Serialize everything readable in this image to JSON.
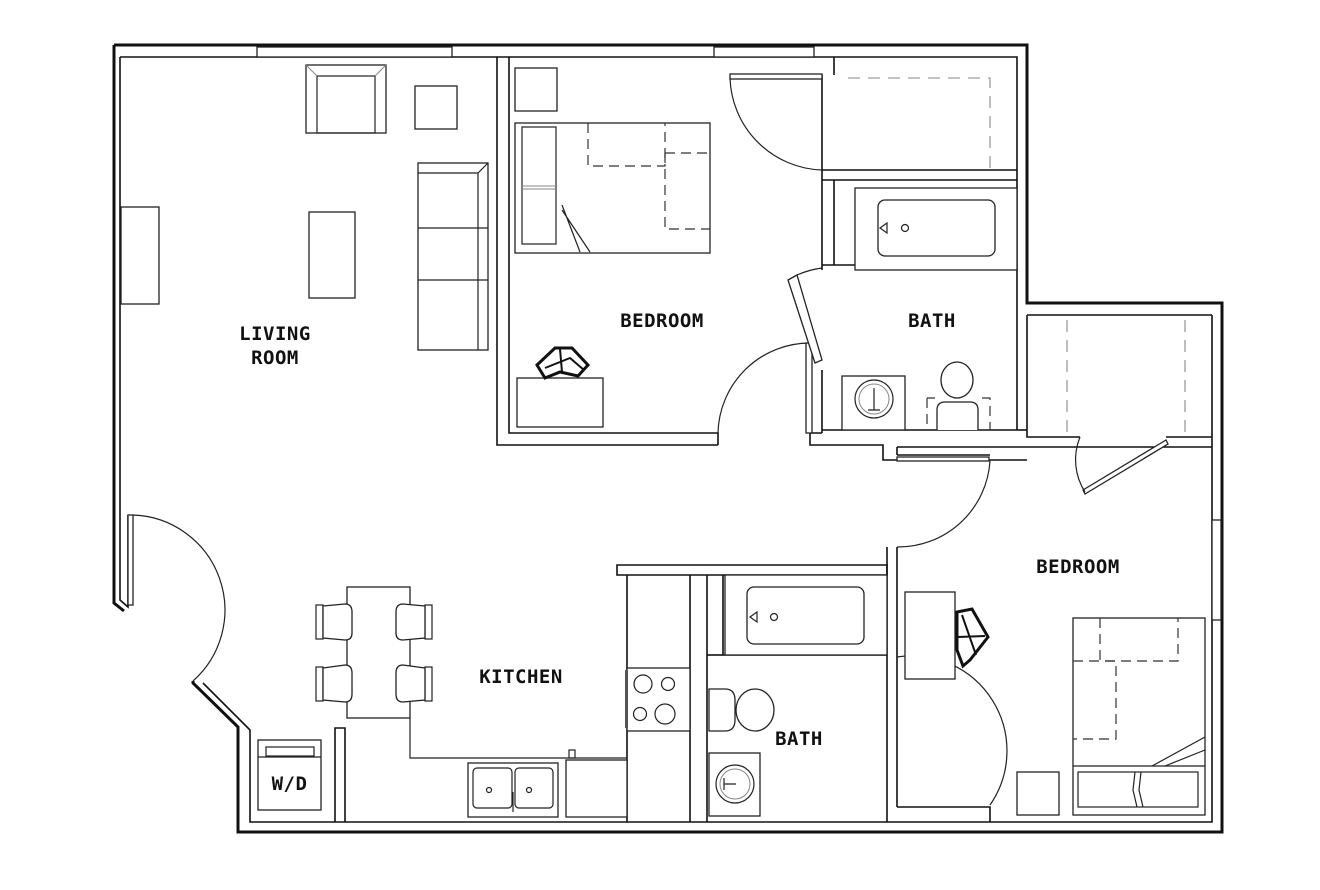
{
  "plan": {
    "type": "apartment floor plan",
    "layout": "2 bedroom / 2 bath",
    "colors": {
      "line": "#111111",
      "background": "#ffffff",
      "text": "#111111"
    }
  },
  "rooms": {
    "living_room": {
      "label": "LIVING\nROOM"
    },
    "bedroom_1": {
      "label": "BEDROOM"
    },
    "bath_1": {
      "label": "BATH"
    },
    "bedroom_2": {
      "label": "BEDROOM"
    },
    "kitchen": {
      "label": "KITCHEN"
    },
    "bath_2": {
      "label": "BATH"
    },
    "laundry": {
      "label": "W/D"
    }
  },
  "fixtures": {
    "living_room": [
      "armchair",
      "side-table",
      "coffee-table",
      "sofa",
      "tv-console",
      "entry-door"
    ],
    "bedroom_1": [
      "nightstand",
      "bed",
      "desk",
      "desk-chair",
      "closet",
      "door"
    ],
    "bath_1": [
      "bathtub",
      "sink",
      "toilet",
      "door"
    ],
    "bedroom_2": [
      "desk",
      "desk-chair",
      "bed",
      "nightstand",
      "closet",
      "door"
    ],
    "kitchen": [
      "dining-table",
      "chair",
      "chair",
      "chair",
      "chair",
      "range",
      "double-sink",
      "dishwasher",
      "counter"
    ],
    "bath_2": [
      "bathtub",
      "toilet",
      "sink"
    ],
    "laundry": [
      "washer-dryer"
    ]
  }
}
